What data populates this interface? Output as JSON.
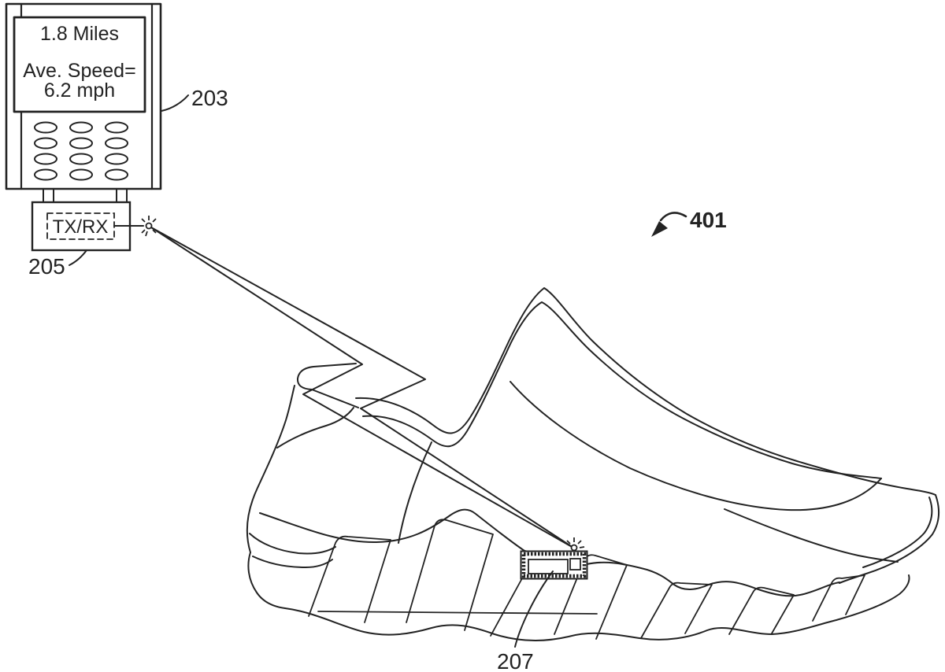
{
  "figure": {
    "phone_ref": "203",
    "transceiver_ref": "205",
    "sensor_ref": "207",
    "figure_ref": "401"
  },
  "phone_display": {
    "line1": "1.8 Miles",
    "line2": "Ave. Speed=",
    "line3": "6.2 mph"
  },
  "transceiver": {
    "label": "TX/RX"
  },
  "icons": {
    "phone_signal": "starburst-signal-icon",
    "sensor_signal": "starburst-signal-icon"
  },
  "colors": {
    "ink": "#232323",
    "paper": "#ffffff"
  }
}
